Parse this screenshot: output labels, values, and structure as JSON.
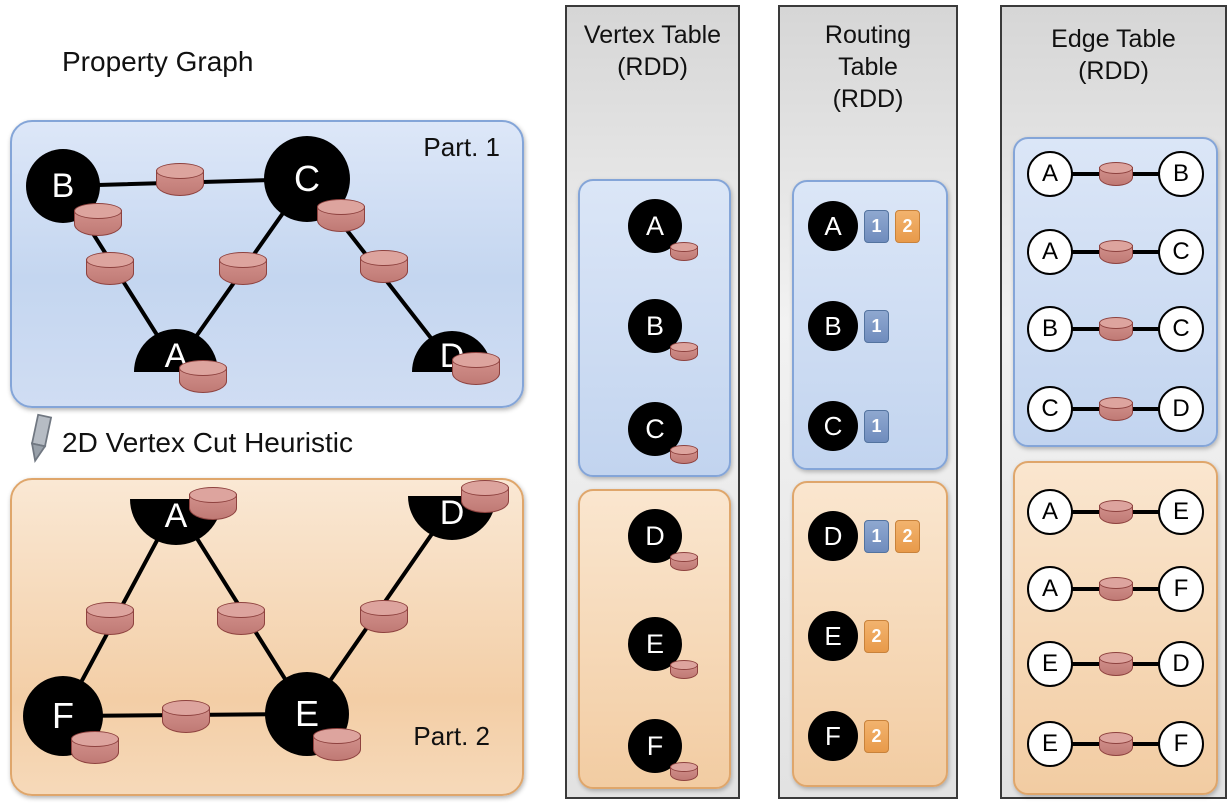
{
  "property_graph": {
    "title": "Property Graph",
    "cut_label": "2D Vertex Cut Heuristic",
    "part1": {
      "label": "Part. 1",
      "vertices": {
        "b": "B",
        "c": "C",
        "a": "A",
        "d": "D"
      },
      "edges": [
        [
          "B",
          "C"
        ],
        [
          "B",
          "A"
        ],
        [
          "C",
          "A"
        ],
        [
          "C",
          "D"
        ]
      ]
    },
    "part2": {
      "label": "Part. 2",
      "vertices": {
        "a": "A",
        "d": "D",
        "f": "F",
        "e": "E"
      },
      "edges": [
        [
          "A",
          "F"
        ],
        [
          "A",
          "E"
        ],
        [
          "F",
          "E"
        ],
        [
          "E",
          "D"
        ]
      ]
    }
  },
  "vertex_table": {
    "title": "Vertex Table",
    "subtitle": "(RDD)",
    "part1_vertices": [
      "A",
      "B",
      "C"
    ],
    "part2_vertices": [
      "D",
      "E",
      "F"
    ]
  },
  "routing_table": {
    "title_line1": "Routing",
    "title_line2": "Table",
    "subtitle": "(RDD)",
    "part1_rows": [
      {
        "vertex": "A",
        "partitions": [
          "1",
          "2"
        ]
      },
      {
        "vertex": "B",
        "partitions": [
          "1"
        ]
      },
      {
        "vertex": "C",
        "partitions": [
          "1"
        ]
      }
    ],
    "part2_rows": [
      {
        "vertex": "D",
        "partitions": [
          "1",
          "2"
        ]
      },
      {
        "vertex": "E",
        "partitions": [
          "2"
        ]
      },
      {
        "vertex": "F",
        "partitions": [
          "2"
        ]
      }
    ]
  },
  "edge_table": {
    "title": "Edge Table",
    "subtitle": "(RDD)",
    "part1_edges": [
      {
        "src": "A",
        "dst": "B"
      },
      {
        "src": "A",
        "dst": "C"
      },
      {
        "src": "B",
        "dst": "C"
      },
      {
        "src": "C",
        "dst": "D"
      }
    ],
    "part2_edges": [
      {
        "src": "A",
        "dst": "E"
      },
      {
        "src": "A",
        "dst": "F"
      },
      {
        "src": "E",
        "dst": "D"
      },
      {
        "src": "E",
        "dst": "F"
      }
    ]
  },
  "icons": {
    "property_cylinder_icon": "red database cylinder (vertex/edge property data)",
    "pencil_icon": "gray pencil pointing down (applies the vertex cut)"
  },
  "colors": {
    "partition1_fill": "#c4d6f0",
    "partition1_border": "#84a5d8",
    "partition2_fill": "#f3cea6",
    "partition2_border": "#dfa66b",
    "column_fill": "#e6e6e6",
    "column_border": "#3a3a3a",
    "cylinder_fill": "#d2918c",
    "cylinder_border": "#8e423f",
    "routing_partition1_square": "#7d98c6",
    "routing_partition2_square": "#efa85c",
    "vertex_fill": "#000000",
    "vertex_text": "#ffffff"
  }
}
